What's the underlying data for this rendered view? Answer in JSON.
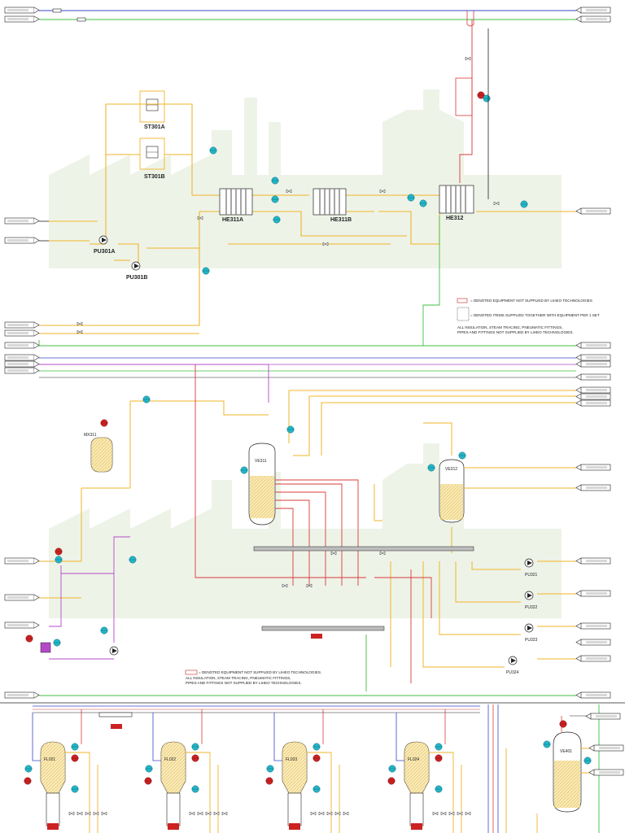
{
  "diagram": {
    "kind": "process-and-instrumentation",
    "section1_notes": [
      "= DENOTED EQUIPMENT NOT SUPPLIED BY LIHEO TECHNOLOGIES",
      "= DENOTED ITEMS SUPPLIED TOGETHER WITH EQUIPMENT PER 1 SET",
      "ALL INSULATION, STEAM TRACING, PNEUMATIC FITTINGS,",
      "PIPES AND FITTINGS NOT SUPPLIED BY LIHEO TECHNOLOGIES."
    ],
    "section2_notes": [
      "= DENOTED EQUIPMENT NOT SUPPLIED BY LIHEO TECHNOLOGIES.",
      "ALL INSULATION, STEAM TRACING, PNEUMATIC FITTINGS,",
      "PIPES AND FITTINGS NOT SUPPLIED BY LIHEO TECHNOLOGIES."
    ],
    "equipment": {
      "st301a": "ST301A",
      "st301b": "ST301B",
      "pu301a": "PU301A",
      "pu301b": "PU301B",
      "he311a": "HE311A",
      "he311b": "HE311B",
      "he312": "HE312",
      "mx311": "MX311",
      "ve311": "VE311",
      "ve312": "VE312",
      "pu321": "PU321",
      "pu322": "PU322",
      "pu323": "PU323",
      "pu324": "PU324",
      "fl021": "FL021",
      "fl022": "FL022",
      "fl023": "FL023",
      "fl024": "FL024",
      "ve401": "VE401"
    },
    "colors": {
      "process_line": "#f0b429",
      "steam_line": "#d93b3b",
      "water_line": "#3a46c9",
      "utility_line": "#3fbf3f",
      "chemical_line": "#b548c9",
      "instrument": "#23b6c8",
      "valve_red": "#cc2222",
      "watermark": "#e8efe0"
    },
    "icons": [
      "pump-icon",
      "heat-exchanger-icon",
      "vessel-icon",
      "valve-icon",
      "instrument-bubble-icon",
      "off-page-connector-icon"
    ]
  }
}
